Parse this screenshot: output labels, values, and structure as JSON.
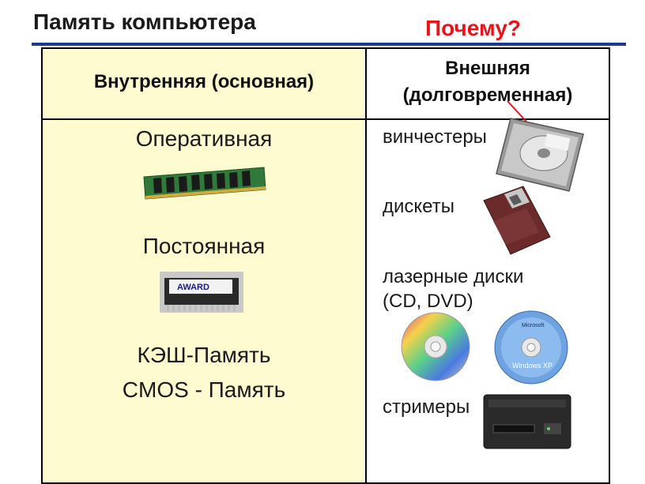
{
  "title": "Память компьютера",
  "question": "Почему?",
  "table": {
    "left_header": "Внутренняя (основная)",
    "right_header_line1": "Внешняя",
    "right_header_line2": "(долговременная)",
    "left_items": {
      "ram": "Оперативная",
      "rom": "Постоянная",
      "cache": "КЭШ-Память",
      "cmos": "CMOS - Память"
    },
    "right_items": {
      "hdd": "винчестеры",
      "floppy": "дискеты",
      "optical_line1": "лазерные  диски",
      "optical_line2": "(CD, DVD)",
      "tape": "стримеры"
    }
  },
  "chip_labels": {
    "award": "AWARD",
    "microsoft": "Microsoft",
    "windows": "Windows XP"
  },
  "colors": {
    "accent_red": "#e8141c",
    "rule_blue": "#1d3b8c",
    "left_column_bg": "#fffbd0"
  }
}
